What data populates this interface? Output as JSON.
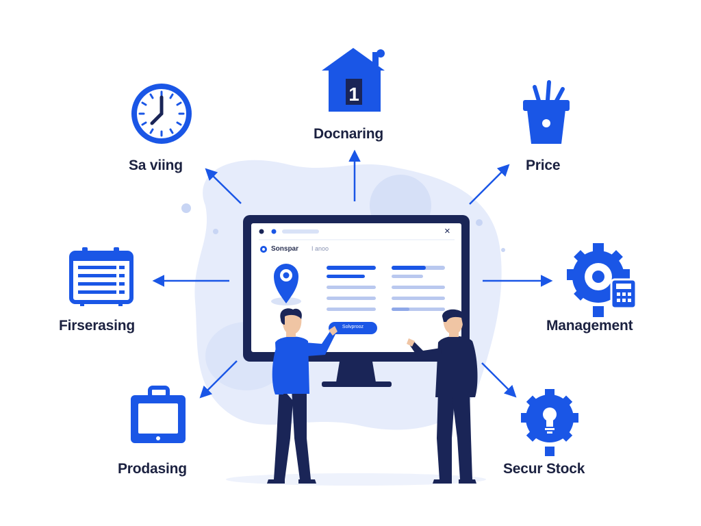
{
  "nodes": [
    {
      "id": "saving",
      "label": "Sa viing",
      "icon": "clock-icon"
    },
    {
      "id": "docnaring",
      "label": "Docnaring",
      "icon": "house-icon"
    },
    {
      "id": "price",
      "label": "Price",
      "icon": "cup-icon"
    },
    {
      "id": "firserasing",
      "label": "Firserasing",
      "icon": "calendar-icon"
    },
    {
      "id": "management",
      "label": "Management",
      "icon": "gear-calculator-icon"
    },
    {
      "id": "prodasing",
      "label": "Prodasing",
      "icon": "briefcase-icon"
    },
    {
      "id": "secur_stock",
      "label": "Secur Stock",
      "icon": "gear-bulb-icon"
    }
  ],
  "monitor": {
    "brand": "Sonspar",
    "tab_text": "I anoo",
    "button_label": "Solvprooz",
    "close_glyph": "×"
  },
  "colors": {
    "primary": "#1a56e6",
    "dark_navy": "#1a2557",
    "light_blob": "#e6ecfb",
    "text": "#1b2140"
  }
}
